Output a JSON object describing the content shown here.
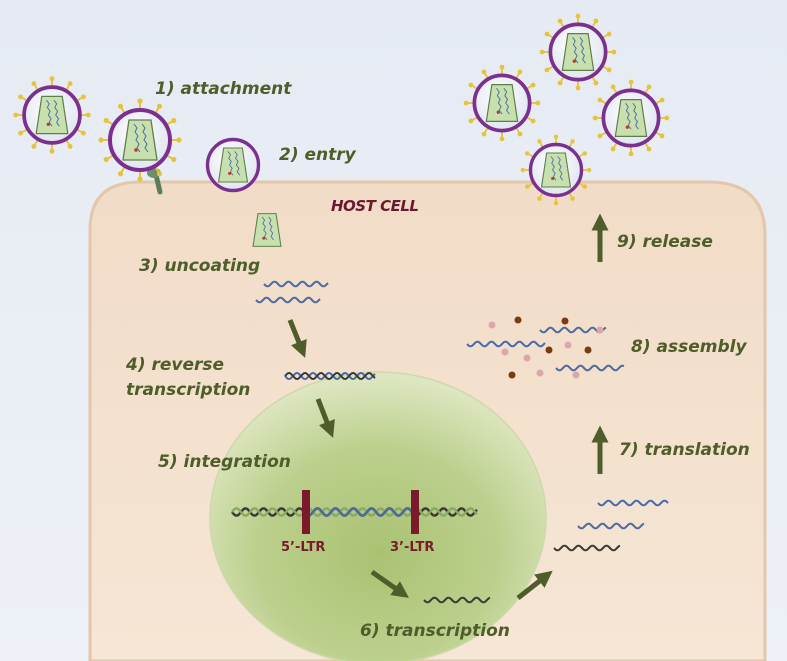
{
  "host_cell": {
    "label": "HOST CELL"
  },
  "steps": {
    "attachment": "1) attachment",
    "entry": "2) entry",
    "uncoating": "3) uncoating",
    "reverse_transcription_line1": "4) reverse",
    "reverse_transcription_line2": "transcription",
    "integration": "5) integration",
    "transcription": "6) transcription",
    "translation": "7) translation",
    "assembly": "8) assembly",
    "release": "9) release"
  },
  "ltr": {
    "left": "5’-LTR",
    "right": "3’-LTR"
  },
  "colors": {
    "step_text": "#4e5d29",
    "arrow": "#4e5d29",
    "cell_fill": "#f4e1cf",
    "nucleus": "#b7cc85",
    "envelope": "#7b2f8e",
    "spike": "#e5c33c",
    "capsid": "#c8dfae",
    "ltr_mark": "#7a1a2a",
    "rna": "#4a6aa8",
    "dna_strand": "#3a3a3a"
  }
}
